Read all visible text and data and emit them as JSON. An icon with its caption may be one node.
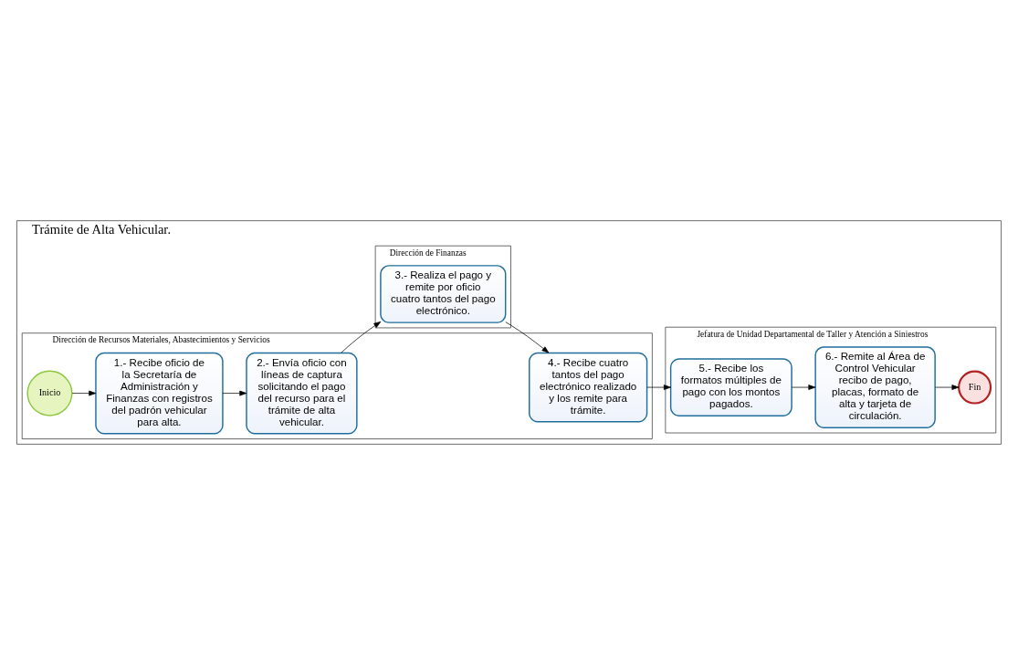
{
  "diagram": {
    "nodes": [
      {
        "text": [
          "Trámite de Alta Vehicular."
        ]
      },
      {
        "text": [
          "Dirección de Recursos Materiales, Abastecimientos y Servicios"
        ],
        "in": 0
      },
      {
        "text": [
          "Inicio"
        ],
        "in": 1
      },
      {
        "text": [
          "1.- Recibe oficio de la Secretaría de Administración y Finanzas con registros del padrón vehicular para alta."
        ],
        "in": 1
      },
      {
        "text": [
          "2.- Envía oficio con líneas de captura solicitando el pago del recurso para el trámite de alta vehicular."
        ],
        "in": 1
      },
      {
        "text": [
          "4.- Recibe cuatro tantos del pago electrónico realizado y los remite para trámite."
        ],
        "in": 1
      },
      {
        "text": [
          "Dirección de Finanzas"
        ],
        "in": 0
      },
      {
        "text": [
          "3.- Realiza el pago y remite por oficio cuatro tantos del pago electrónico."
        ],
        "in": 6
      },
      {
        "text": [
          "Jefatura de Unidad Departamental de Taller y Atención a Siniestros"
        ],
        "in": 0
      },
      {
        "text": [
          "5.- Recibe los formatos múltiples de pago con los montos pagados."
        ],
        "in": 8
      },
      {
        "text": [
          "6.- Remite al Área de Control Vehicular recibo de pago, placas, formato de alta y tarjeta de circulación."
        ],
        "in": 8
      },
      {
        "text": [
          "Fin"
        ],
        "in": 8
      }
    ],
    "edges": [
      {
        "from": 2,
        "to": 3,
        "arrow": "to"
      },
      {
        "from": 3,
        "to": 4,
        "arrow": "to"
      },
      {
        "from": 4,
        "to": 7,
        "arrow": "to"
      },
      {
        "from": 7,
        "to": 5,
        "arrow": "to"
      },
      {
        "from": 5,
        "to": 9,
        "arrow": "to"
      },
      {
        "from": 9,
        "to": 10,
        "arrow": "to"
      },
      {
        "from": 10,
        "to": 11,
        "arrow": "to"
      }
    ]
  }
}
